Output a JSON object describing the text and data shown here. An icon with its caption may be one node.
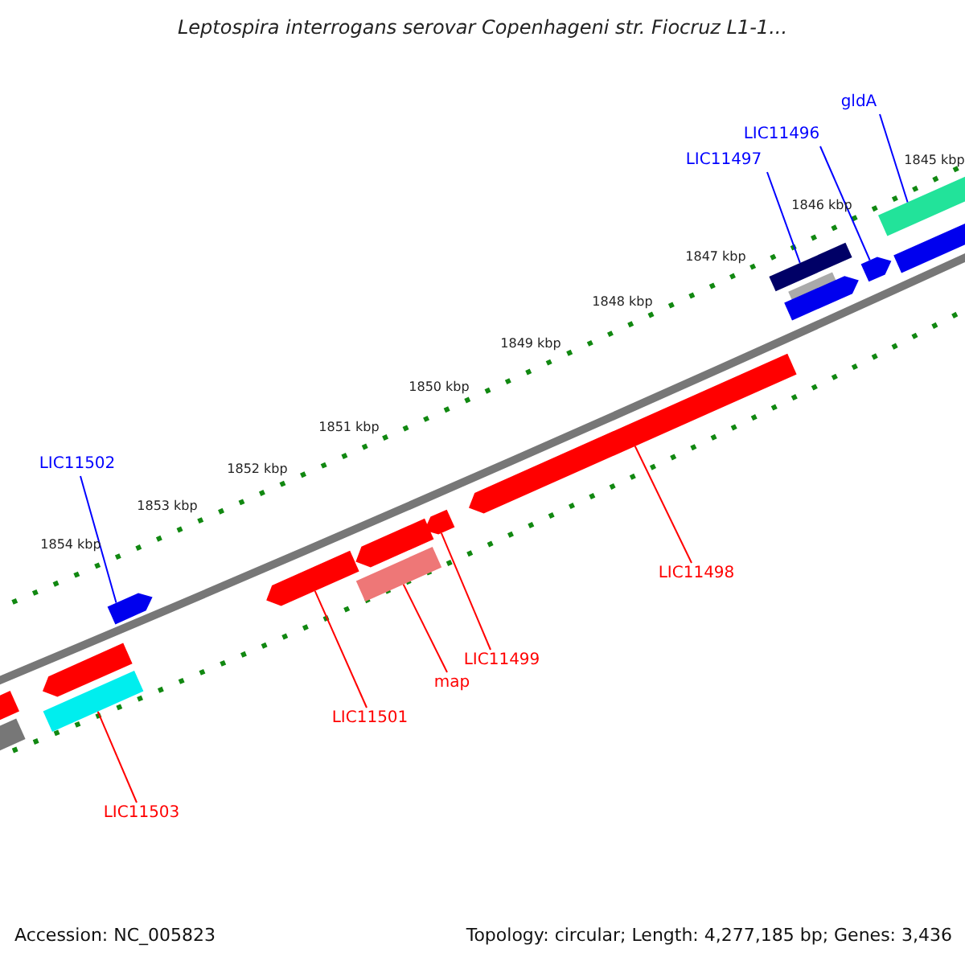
{
  "diagram": {
    "title": "Leptospira interrogans serovar Copenhageni str. Fiocruz L1-1...",
    "nodes": [
      {
        "text": [
          "gldA"
        ]
      },
      {
        "text": [
          "LIC11496"
        ]
      },
      {
        "text": [
          "LIC11497"
        ]
      },
      {
        "text": [
          "LIC11502"
        ]
      },
      {
        "text": [
          "LIC11498"
        ]
      },
      {
        "text": [
          "LIC11499"
        ]
      },
      {
        "text": [
          "map"
        ]
      },
      {
        "text": [
          "LIC11501"
        ]
      },
      {
        "text": [
          "LIC11503"
        ]
      },
      {
        "text": [],
        "shape": "bar"
      },
      {
        "text": [],
        "shape": "bar"
      },
      {
        "text": [],
        "shape": "bar"
      },
      {
        "text": [],
        "shape": "bar"
      },
      {
        "text": [],
        "shape": "bar"
      },
      {
        "text": [],
        "shape": "bar"
      },
      {
        "text": [],
        "shape": "bar"
      },
      {
        "text": [],
        "shape": "bar"
      },
      {
        "text": [],
        "shape": "bar"
      },
      {
        "text": [],
        "shape": "bar"
      },
      {
        "text": [],
        "shape": "bar"
      },
      {
        "text": [],
        "shape": "bar"
      },
      {
        "text": [],
        "shape": "bar"
      },
      {
        "text": [],
        "shape": "bar"
      },
      {
        "text": [],
        "shape": "bar"
      },
      {
        "text": [],
        "shape": "bar"
      }
    ],
    "edges": [
      {
        "from": 0,
        "to": 9,
        "arrow": "none",
        "color": "#0000ff"
      },
      {
        "from": 1,
        "to": 10,
        "arrow": "none",
        "color": "#0000ff"
      },
      {
        "from": 2,
        "to": 11,
        "arrow": "none",
        "color": "#0000ff"
      },
      {
        "from": 3,
        "to": 12,
        "arrow": "none",
        "color": "#0000ff"
      },
      {
        "from": 4,
        "to": 13,
        "arrow": "none"
      },
      {
        "from": 5,
        "to": 14,
        "arrow": "none"
      },
      {
        "from": 6,
        "to": 15,
        "arrow": "none"
      },
      {
        "from": 7,
        "to": 16,
        "arrow": "none"
      },
      {
        "from": 8,
        "to": 17,
        "arrow": "none"
      }
    ],
    "labels": [
      "1845 kbp",
      "1846 kbp",
      "1847 kbp",
      "1848 kbp",
      "1849 kbp",
      "1850 kbp",
      "1851 kbp",
      "1852 kbp",
      "1853 kbp",
      "1854 kbp",
      "Accession: NC_005823",
      "Topology: circular; Length: 4,277,185 bp; Genes: 3,436"
    ]
  }
}
